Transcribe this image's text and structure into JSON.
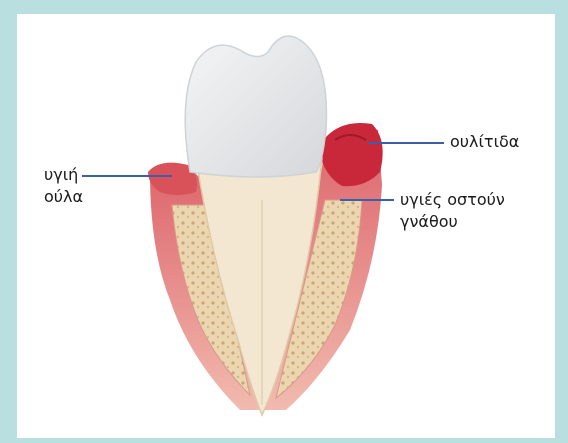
{
  "diagram": {
    "labels": {
      "healthy_gums": "υγιή\nούλα",
      "healthy_gums_line1": "υγιή",
      "healthy_gums_line2": "ούλα",
      "gingivitis": "ουλίτιδα",
      "healthy_jawbone_line1": "υγιές οστούν",
      "healthy_jawbone_line2": "γνάθου"
    },
    "colors": {
      "frame": "#b9dfe0",
      "background": "#ffffff",
      "pointer_line": "#3b5fa8",
      "enamel": "#e9eaec",
      "dentin": "#f3e7d2",
      "healthy_gum": "#d9525a",
      "inflamed_gum": "#c8283a",
      "bone": "#ecd6b0",
      "periodontal_ligament": "#e79a8a"
    }
  }
}
